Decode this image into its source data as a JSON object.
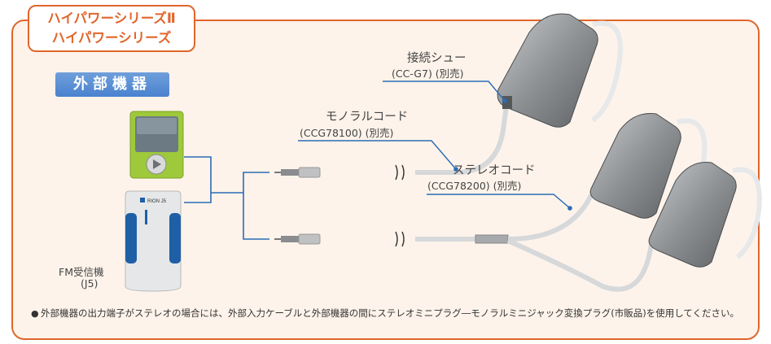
{
  "series_tag": {
    "line1": "ハイパワーシリーズⅡ",
    "line2": "ハイパワーシリーズ"
  },
  "external_device": {
    "badge": "外部機器",
    "fm_receiver_line1": "FM受信機",
    "fm_receiver_line2": "(J5)",
    "fm_receiver_brand": "RION J5"
  },
  "labels": {
    "shoe_name": "接続シュー",
    "shoe_model": "(CC-G7) (別売)",
    "mono_name": "モノラルコード",
    "mono_model": "(CCG78100) (別売)",
    "stereo_name": "ステレオコード",
    "stereo_model": "(CCG78200) (別売)"
  },
  "note": {
    "bullet": "●",
    "text": "外部機器の出力端子がステレオの場合には、外部入力ケーブルと外部機器の間にステレオミニプラグ―モノラルミニジャック変換プラグ(市販品)を使用してください。"
  },
  "colors": {
    "accent": "#e0662c",
    "badge": "#4a82cf",
    "connector_line": "#2b6cb6",
    "player": "#9ec93a"
  }
}
